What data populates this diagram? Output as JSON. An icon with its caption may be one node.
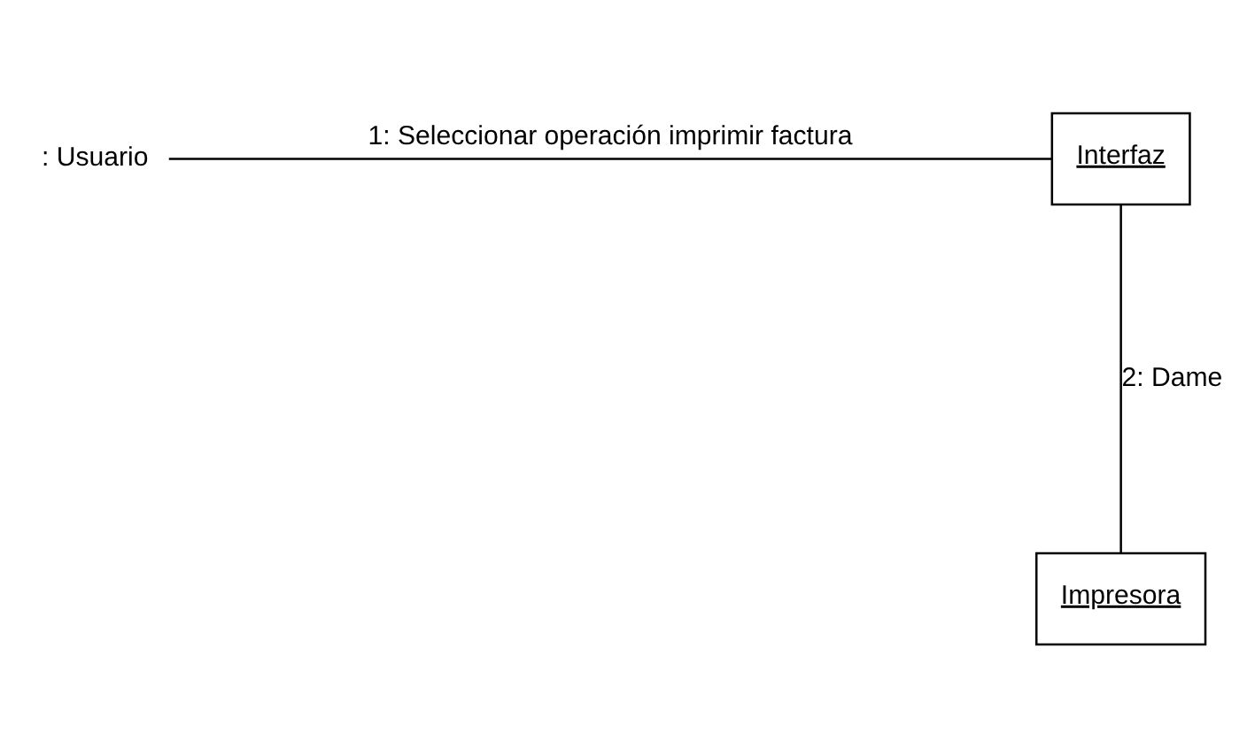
{
  "diagram": {
    "nodes": [
      {
        "text": [
          ": Usuario"
        ]
      },
      {
        "text": [
          "Interfaz"
        ]
      },
      {
        "text": [
          "Impresora"
        ]
      }
    ],
    "edges": [
      {
        "from": 0,
        "to": 1,
        "arrow": "none",
        "label": "1: Seleccionar operación imprimir factura"
      },
      {
        "from": 1,
        "to": 2,
        "arrow": "none",
        "label": "2: Dame"
      }
    ]
  }
}
